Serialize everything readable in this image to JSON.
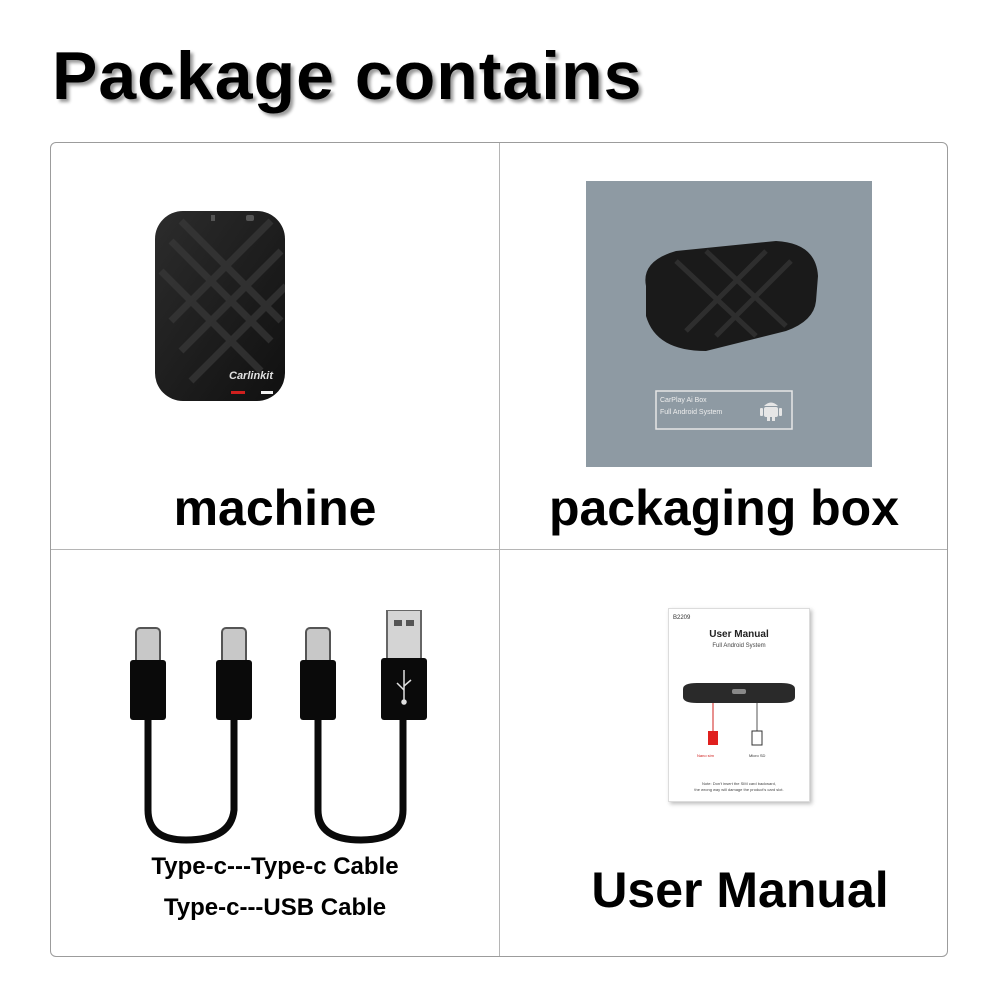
{
  "title": "Package contains",
  "items": [
    {
      "caption": "machine",
      "brand": "Carlinkit"
    },
    {
      "caption": "packaging box",
      "box_line1": "CarPlay Ai Box",
      "box_line2": "Full Android System"
    },
    {
      "caption_line1": "Type-c---Type-c Cable",
      "caption_line2": "Type-c---USB Cable"
    },
    {
      "caption": "User Manual",
      "manual_code": "B2209",
      "manual_title": "User Manual",
      "manual_subtitle": "Full Android System",
      "slot1_label": "Nano sim",
      "slot2_label": "Micro SD",
      "note_line1": "Note: Don't insert the SIM card backward,",
      "note_line2": "the wrong way will damage the product's card slot."
    }
  ],
  "colors": {
    "device": "#1b1b1b",
    "box_background": "#8e9aa3",
    "indicator_red": "#d0201e",
    "sim_red": "#e0201e"
  }
}
